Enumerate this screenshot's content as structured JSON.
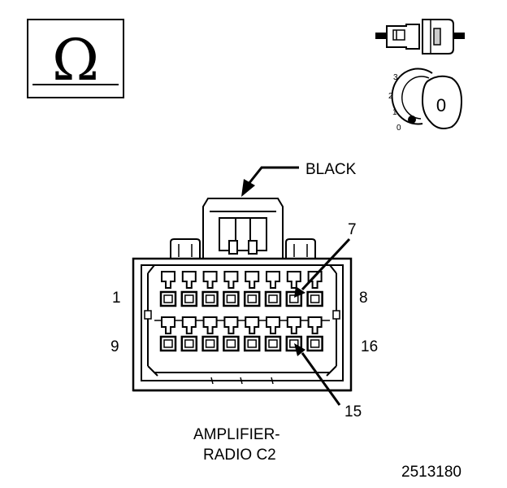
{
  "symbol": {
    "glyph": "Ω",
    "name": "ohmmeter-symbol"
  },
  "icons": {
    "connector": "connector-disconnected-icon",
    "ignition": "ignition-key-icon"
  },
  "ignition": {
    "positions": [
      "3",
      "2",
      "1",
      "0"
    ],
    "key_label": "0"
  },
  "connector": {
    "color_label": "BLACK",
    "pin_labels": {
      "top_left": "1",
      "top_right": "8",
      "bottom_left": "9",
      "bottom_right": "16"
    },
    "callouts": {
      "upper": "7",
      "lower": "15"
    },
    "name_line1": "AMPLIFIER-",
    "name_line2": "RADIO C2"
  },
  "figure_number": "2513180"
}
